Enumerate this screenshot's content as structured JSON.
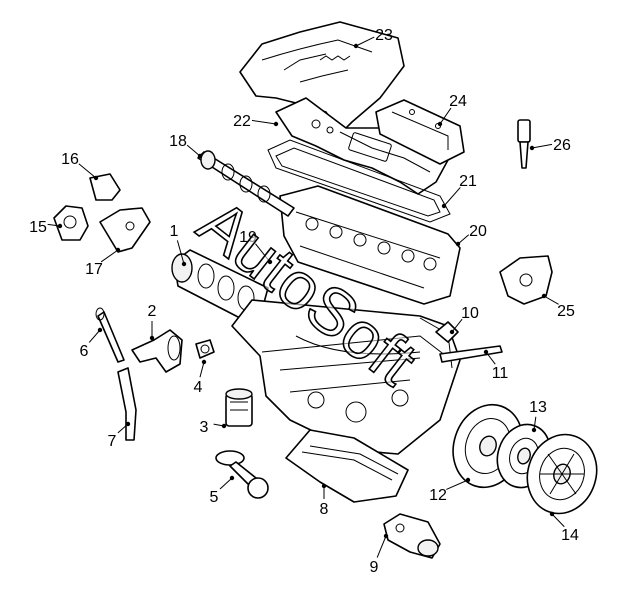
{
  "watermark": "AutoSoft",
  "callouts": [
    {
      "id": "1"
    },
    {
      "id": "2"
    },
    {
      "id": "3"
    },
    {
      "id": "4"
    },
    {
      "id": "5"
    },
    {
      "id": "6"
    },
    {
      "id": "7"
    },
    {
      "id": "8"
    },
    {
      "id": "9"
    },
    {
      "id": "10"
    },
    {
      "id": "11"
    },
    {
      "id": "12"
    },
    {
      "id": "13"
    },
    {
      "id": "14"
    },
    {
      "id": "15"
    },
    {
      "id": "16"
    },
    {
      "id": "17"
    },
    {
      "id": "18"
    },
    {
      "id": "19"
    },
    {
      "id": "20"
    },
    {
      "id": "21"
    },
    {
      "id": "22"
    },
    {
      "id": "23"
    },
    {
      "id": "24"
    },
    {
      "id": "25"
    },
    {
      "id": "26"
    }
  ]
}
